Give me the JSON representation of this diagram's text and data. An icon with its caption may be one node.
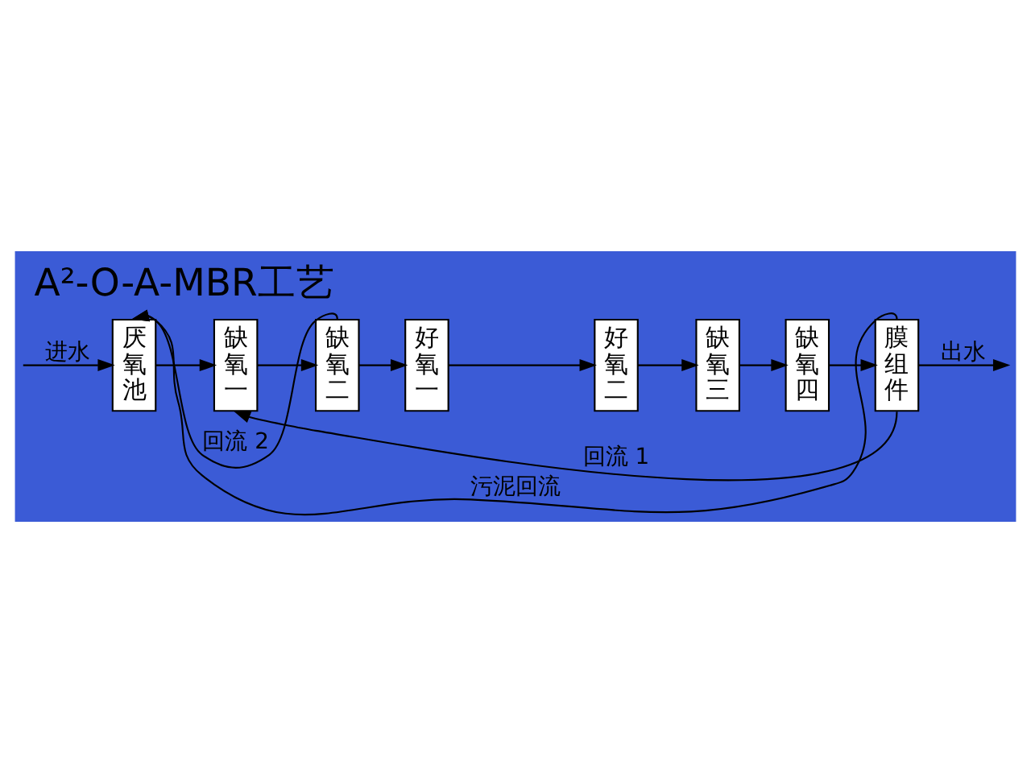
{
  "diagram": {
    "title": "A²-O-A-MBR工艺",
    "nodes": [
      {
        "text": [
          "厌氧池"
        ]
      },
      {
        "text": [
          "缺氧一"
        ]
      },
      {
        "text": [
          "缺氧二"
        ]
      },
      {
        "text": [
          "好氧一"
        ]
      },
      {
        "text": [
          "好氧二"
        ]
      },
      {
        "text": [
          "缺氧三"
        ]
      },
      {
        "text": [
          "缺氧四"
        ]
      },
      {
        "text": [
          "膜组件"
        ]
      }
    ],
    "edges": [
      {
        "from": null,
        "to": 0,
        "arrow": "to",
        "label": "进水"
      },
      {
        "from": 0,
        "to": 1,
        "arrow": "to"
      },
      {
        "from": 1,
        "to": 2,
        "arrow": "to"
      },
      {
        "from": 2,
        "to": 3,
        "arrow": "to"
      },
      {
        "from": 3,
        "to": 4,
        "arrow": "to"
      },
      {
        "from": 4,
        "to": 5,
        "arrow": "to"
      },
      {
        "from": 5,
        "to": 6,
        "arrow": "to"
      },
      {
        "from": 6,
        "to": 7,
        "arrow": "to"
      },
      {
        "from": 7,
        "to": null,
        "arrow": "to",
        "label": "出水"
      },
      {
        "from": 2,
        "to": 0,
        "arrow": "to",
        "label": "回流 2"
      },
      {
        "from": 7,
        "to": 1,
        "arrow": "to",
        "label": "回流 1"
      },
      {
        "from": 7,
        "to": 0,
        "arrow": "to",
        "label": "污泥回流"
      }
    ]
  }
}
